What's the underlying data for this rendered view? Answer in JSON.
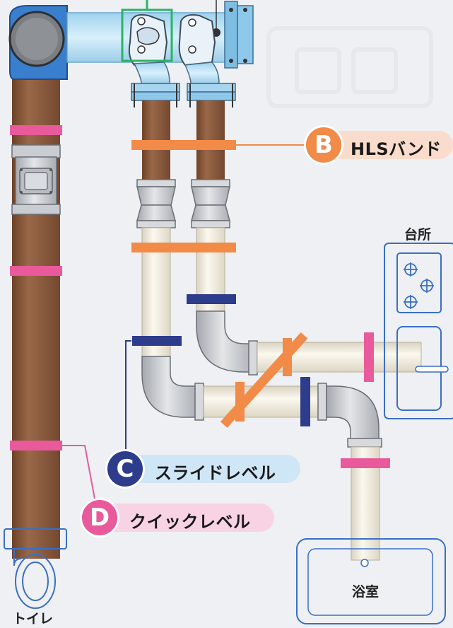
{
  "colors": {
    "background": "#eef0f3",
    "stack_pipe_blue": "#3a7fcd",
    "header_pipe_light_blue": "#bfe3f4",
    "drain_pipe_brown": "#8b5a3a",
    "vertical_white_pipe": "#f3f0e6",
    "elbow_gray": "#c3c6cb",
    "band_orange": "#f28a48",
    "band_navy": "#2e3c8c",
    "band_pink": "#e85a9c",
    "highlight_green": "#2bb464",
    "fixture_outline": "#3a6fc4"
  },
  "callouts": {
    "b": {
      "letter": "B",
      "label": "HLSバンド",
      "circle_color": "#f28a48",
      "pill_color": "#f9dccb"
    },
    "c": {
      "letter": "C",
      "label": "スライドレベル",
      "circle_color": "#2e3c8c",
      "pill_color": "#cfe6f6"
    },
    "d": {
      "letter": "D",
      "label": "クイックレベル",
      "circle_color": "#e85a9c",
      "pill_color": "#f8d3e4"
    }
  },
  "rooms": {
    "kitchen": "台所",
    "toilet": "トイレ",
    "bath": "浴室"
  }
}
